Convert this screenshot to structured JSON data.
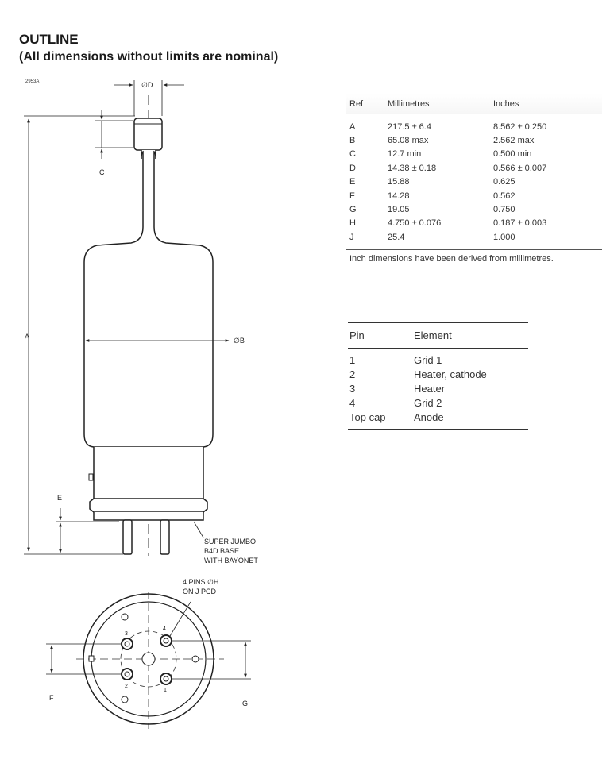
{
  "header": {
    "title": "OUTLINE",
    "subtitle": "(All dimensions without limits are nominal)"
  },
  "drawing": {
    "figure_id": "2953A",
    "labels": {
      "A": "A",
      "B": "∅B",
      "C": "C",
      "D": "∅D",
      "E": "E",
      "F": "F",
      "G": "G"
    },
    "base_note": [
      "SUPER JUMBO",
      "B4D BASE",
      "WITH BAYONET"
    ],
    "pins_note": [
      "4 PINS ∅H",
      "ON J PCD"
    ],
    "pin_numbers": [
      "1",
      "2",
      "3",
      "4"
    ]
  },
  "dimensions_table": {
    "headers": {
      "ref": "Ref",
      "mm": "Millimetres",
      "inches": "Inches"
    },
    "rows": [
      {
        "ref": "A",
        "mm": "217.5 ± 6.4",
        "inches": "8.562 ± 0.250"
      },
      {
        "ref": "B",
        "mm": "65.08 max",
        "inches": "2.562 max"
      },
      {
        "ref": "C",
        "mm": "12.7 min",
        "inches": "0.500 min"
      },
      {
        "ref": "D",
        "mm": "14.38 ± 0.18",
        "inches": "0.566 ± 0.007"
      },
      {
        "ref": "E",
        "mm": "15.88",
        "inches": "0.625"
      },
      {
        "ref": "F",
        "mm": "14.28",
        "inches": "0.562"
      },
      {
        "ref": "G",
        "mm": "19.05",
        "inches": "0.750"
      },
      {
        "ref": "H",
        "mm": "4.750 ± 0.076",
        "inches": "0.187 ± 0.003"
      },
      {
        "ref": "J",
        "mm": "25.4",
        "inches": "1.000"
      }
    ],
    "note": "Inch dimensions have been derived from millimetres."
  },
  "pin_table": {
    "headers": {
      "pin": "Pin",
      "element": "Element"
    },
    "rows": [
      {
        "pin": "1",
        "element": "Grid 1"
      },
      {
        "pin": "2",
        "element": "Heater, cathode"
      },
      {
        "pin": "3",
        "element": "Heater"
      },
      {
        "pin": "4",
        "element": "Grid 2"
      },
      {
        "pin": "Top cap",
        "element": "Anode"
      }
    ]
  }
}
